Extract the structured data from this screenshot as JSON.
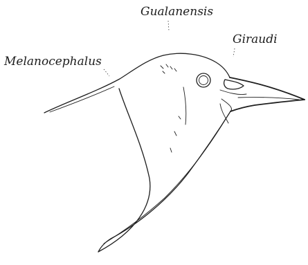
{
  "labels": {
    "gualanensis": "Gualanensis",
    "giraudi": "Giraudi",
    "melanocephalus": "Melanocephalus"
  },
  "colors": {
    "ink": "#1e1e1e",
    "background": "#ffffff"
  }
}
